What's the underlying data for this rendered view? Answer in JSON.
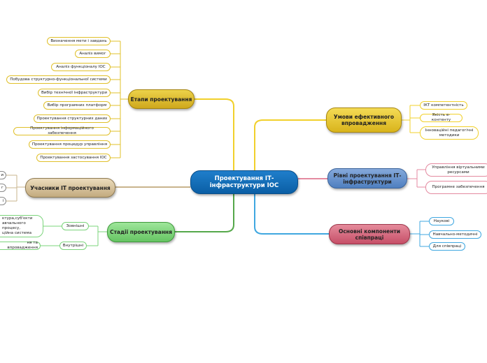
{
  "central": "Проектування ІТ-інфраструктури ІОС",
  "branches": {
    "etapy": {
      "label": "Етапи проектування",
      "items": [
        "Визначення мети і завдань",
        "Аналіз вимог",
        "Аналіз функціоналу ІОС",
        "Побудова структурно-функціональної системи",
        "Вибір технічної інфраструктури",
        "Вибір програмних платформ",
        "Проектування структурних даних",
        "Проектування інформаційного забезпечення",
        "Проектування процедур управління",
        "Проектування застосування ІОС"
      ]
    },
    "uchasnyky": {
      "label": "Учасники ІТ проектування",
      "items": [
        "и",
        "г",
        "і"
      ]
    },
    "stadii": {
      "label": "Стадії проектування",
      "subs": [
        {
          "label": "Зовнішні",
          "detail": "ктура,суб'єкти\nавчального\nпроцесу,\nційна система"
        },
        {
          "label": "Внутрішні",
          "detail": "ня та впровадження"
        }
      ]
    },
    "umovy": {
      "label": "Умови ефективного впровадження",
      "items": [
        "ІКТ компетентність",
        "Якість е-контенту",
        "Інноваційні педагогічні методики"
      ]
    },
    "rivni": {
      "label": "Рівні проектування ІТ-інфраструктури",
      "items": [
        "Управління віртуальними ресурсами",
        "Програмне забезпечення"
      ]
    },
    "komponenty": {
      "label": "Основні компоненти співпраці",
      "items": [
        "Наукові",
        "Навчально-методичні",
        "Для співпраці"
      ]
    }
  },
  "colors": {
    "central": "#0b5fa5",
    "etapy": "#e0c02a",
    "umovy": "#f1d02b",
    "uchasnyky": "#c9b48d",
    "stadii": "#7bd47b",
    "rivni": "#5f8fc9",
    "komponenty": "#d46a7e"
  }
}
